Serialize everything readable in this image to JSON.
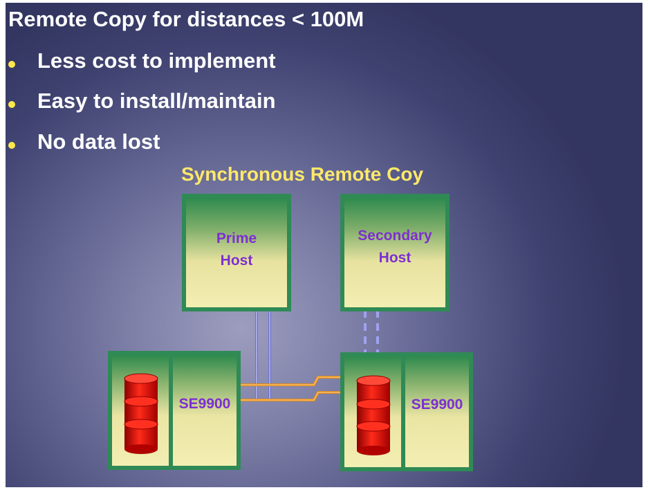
{
  "slide": {
    "title": "Remote Copy for distances < 100M",
    "bullets": [
      "Less cost to implement",
      "Easy to install/maintain",
      "No data lost"
    ]
  },
  "diagram": {
    "title": "Synchronous Remote Coy",
    "prime_host": {
      "line1": "Prime",
      "line2": "Host"
    },
    "secondary_host": {
      "line1": "Secondary",
      "line2": "Host"
    },
    "primary_storage": {
      "label": "SE9900"
    },
    "secondary_storage": {
      "label": "SE9900"
    }
  },
  "colors": {
    "title_text": "#ffffff",
    "bullet_dot": "#ffe94a",
    "diagram_title": "#ffe96a",
    "box_border": "#2f8a55",
    "box_label": "#7d2fd0",
    "disk": "#e01010",
    "host_link": "#8f93d8",
    "replication_link": "#e08a1a"
  }
}
